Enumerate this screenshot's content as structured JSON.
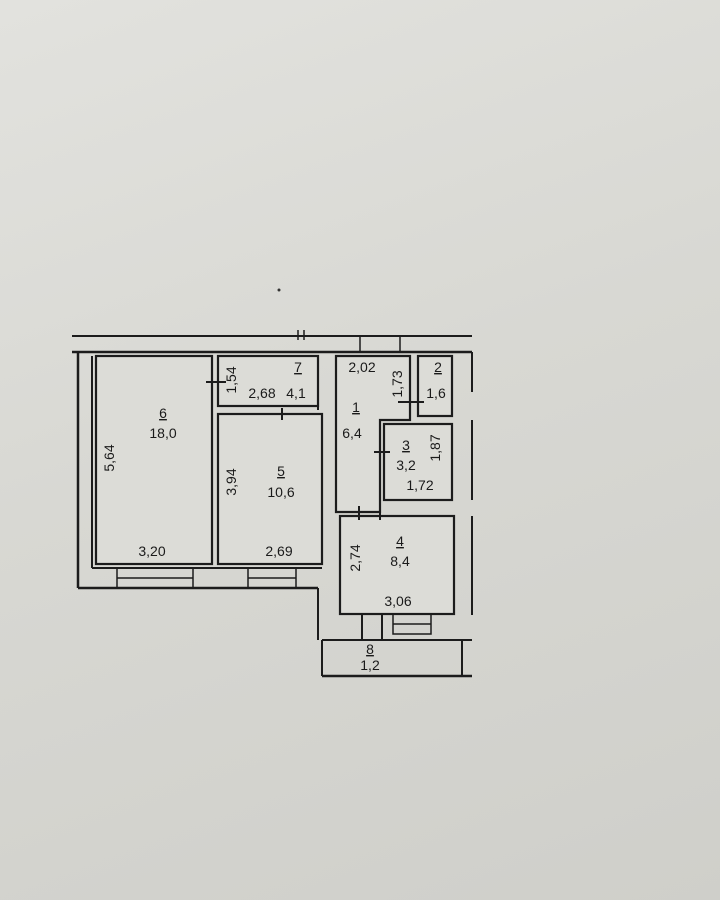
{
  "plan": {
    "rooms": [
      {
        "id": "room-6",
        "number": "6",
        "area": "18,0",
        "dims": [
          "5,64",
          "3,20"
        ]
      },
      {
        "id": "room-7",
        "number": "7",
        "area": "4,1",
        "dims": [
          "1,54",
          "2,68"
        ]
      },
      {
        "id": "room-5",
        "number": "5",
        "area": "10,6",
        "dims": [
          "3,94",
          "2,69"
        ]
      },
      {
        "id": "room-1",
        "number": "1",
        "area": "6,4",
        "dims": [
          "2,02"
        ]
      },
      {
        "id": "room-2",
        "number": "2",
        "area": "1,6",
        "dims": [
          "1,73"
        ]
      },
      {
        "id": "room-3",
        "number": "3",
        "area": "3,2",
        "dims": [
          "1,87",
          "1,72"
        ]
      },
      {
        "id": "room-4",
        "number": "4",
        "area": "8,4",
        "dims": [
          "2,74",
          "3,06"
        ]
      },
      {
        "id": "room-8",
        "number": "8",
        "area": "1,2",
        "dims": []
      }
    ]
  }
}
